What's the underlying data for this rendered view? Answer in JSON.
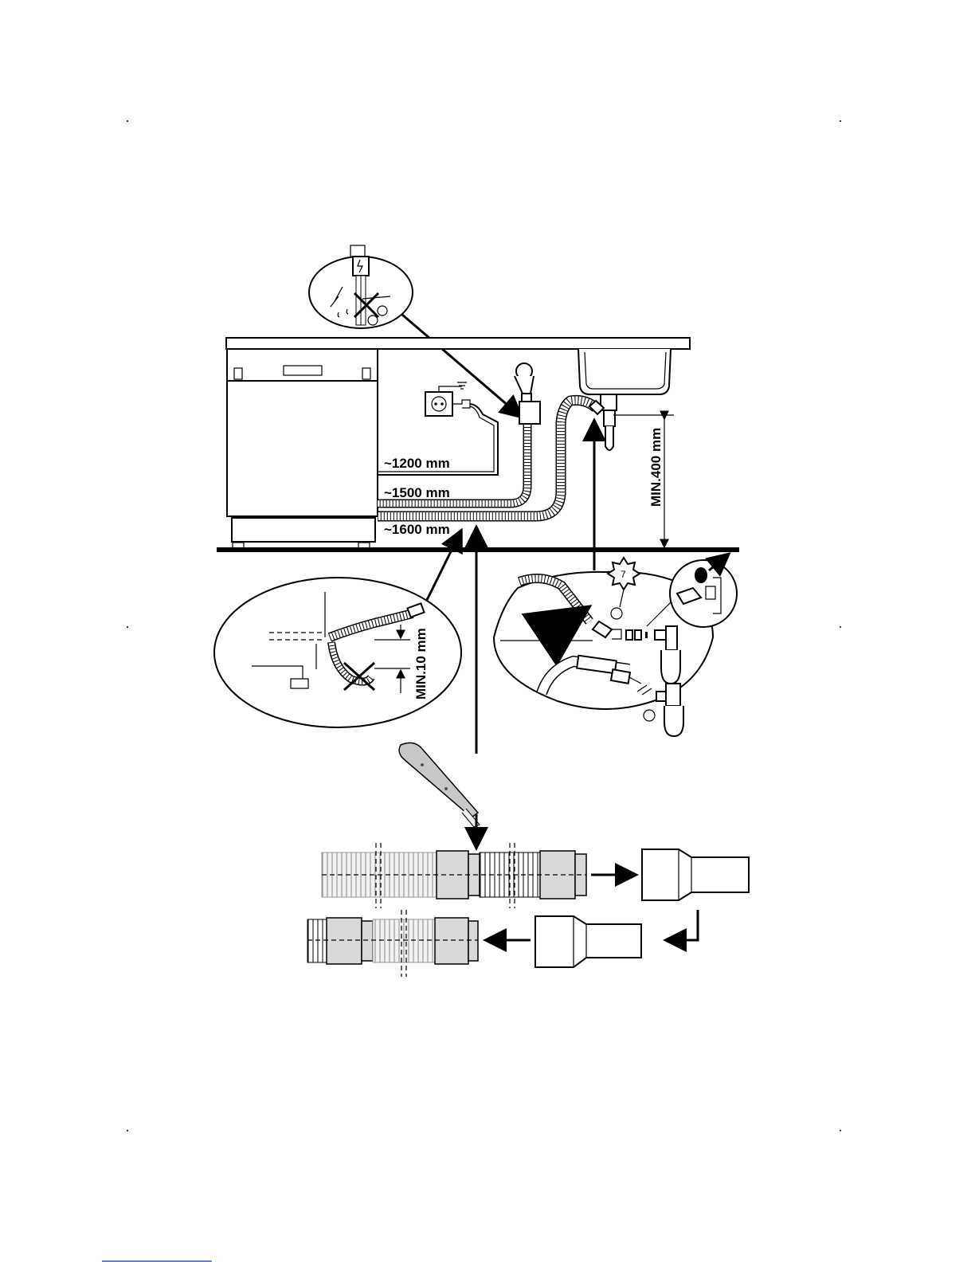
{
  "labels": {
    "len_1200": "~1200 mm",
    "len_1500": "~1500 mm",
    "len_1600": "~1600 mm",
    "min_400": "MIN.400 mm",
    "min_10": "MIN.10 mm",
    "step_7": "7"
  },
  "colors": {
    "ink": "#000000",
    "paper": "#ffffff",
    "shade": "#d9d9d9",
    "link_underline": "#3355cc"
  },
  "icons": [
    "warning-electric-icon",
    "no-cut-scissors-icon",
    "socket-icon",
    "cutter-knife-icon"
  ]
}
